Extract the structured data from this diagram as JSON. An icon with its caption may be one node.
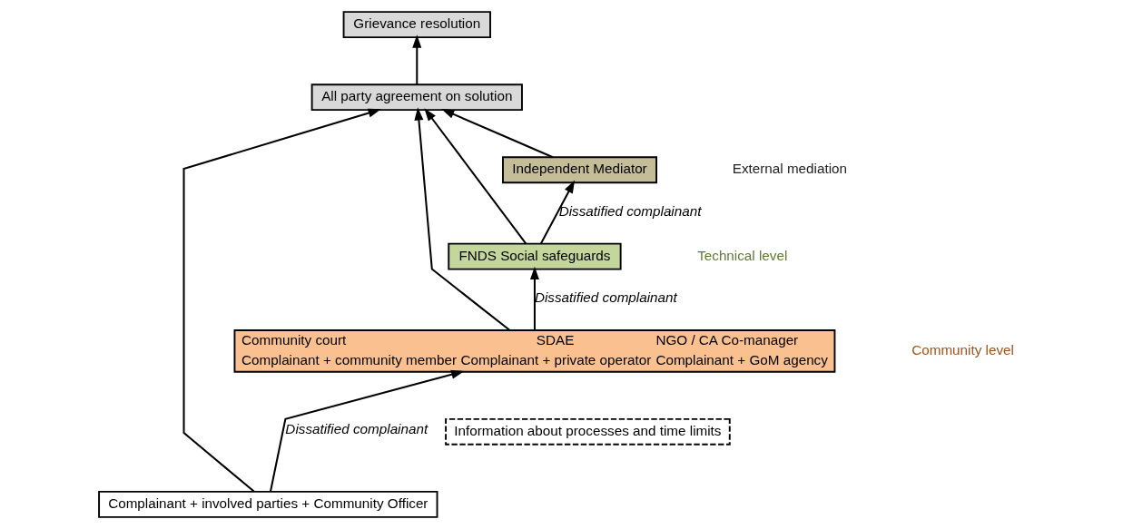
{
  "diagram": {
    "nodes": [
      {
        "text": [
          "Grievance resolution"
        ]
      },
      {
        "text": [
          "All party agreement on solution"
        ]
      },
      {
        "text": [
          "Independent Mediator"
        ]
      },
      {
        "text": [
          "FNDS Social safeguards"
        ]
      },
      {
        "text": [
          "Community court",
          "SDAE",
          "NGO / CA Co-manager",
          "Complainant + community member",
          "Complainant + private operator",
          "Complainant + GoM agency"
        ]
      },
      {
        "text": [
          "Information about processes and time limits"
        ]
      },
      {
        "text": [
          "Complainant + involved parties + Community Officer"
        ]
      }
    ],
    "edges": [
      {
        "from": 1,
        "to": 0,
        "arrow": "to"
      },
      {
        "from": 2,
        "to": 1,
        "arrow": "to"
      },
      {
        "from": 3,
        "to": 2,
        "arrow": "to",
        "label": "Dissatified complainant"
      },
      {
        "from": 3,
        "to": 1,
        "arrow": "to"
      },
      {
        "from": 4,
        "to": 3,
        "arrow": "to",
        "label": "Dissatified complainant"
      },
      {
        "from": 4,
        "to": 1,
        "arrow": "to"
      },
      {
        "from": 6,
        "to": 4,
        "arrow": "to",
        "label": "Dissatified complainant"
      },
      {
        "from": 6,
        "to": 1,
        "arrow": "to"
      }
    ],
    "labels": [
      "External mediation",
      "Technical level",
      "Community level"
    ]
  }
}
